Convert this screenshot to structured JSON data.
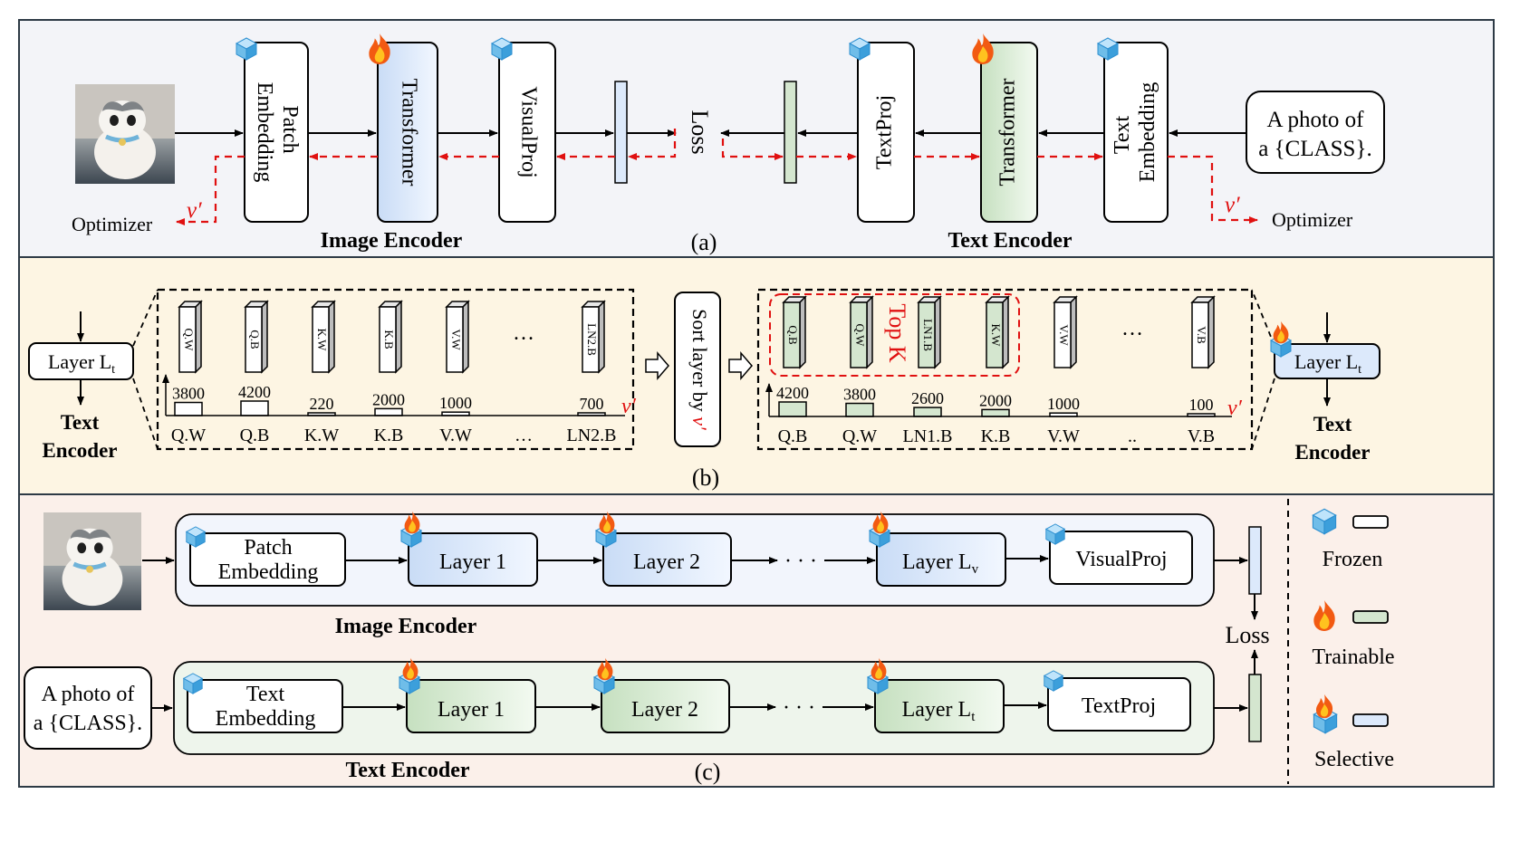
{
  "panel_a": {
    "caption": "(a)",
    "image_encoder_title": "Image Encoder",
    "text_encoder_title": "Text Encoder",
    "patch_embedding": [
      "Patch",
      "Embedding"
    ],
    "transformer": "Transformer",
    "visual_proj": "VisualProj",
    "loss": "Loss",
    "text_proj": "TextProj",
    "text_transformer": "Transformer",
    "text_embedding": [
      "Text",
      "Embedding"
    ],
    "prompt": [
      "A photo of",
      "a {CLASS}."
    ],
    "optimizer_left": "Optimizer",
    "optimizer_right": "Optimizer",
    "v_prime": "v′"
  },
  "panel_b": {
    "caption": "(b)",
    "layer_label": "Layer L",
    "layer_sub": "t",
    "text_encoder": [
      "Text",
      "Encoder"
    ],
    "sort_label": "Sort layer by ",
    "sort_v": "v′",
    "top_k": "Top K",
    "ellipsis": "…",
    "ellipsis_right": "..",
    "v_prime": "v′",
    "before": {
      "params": [
        "Q.W",
        "Q.B",
        "K.W",
        "K.B",
        "V.W",
        "...",
        "LN2.B"
      ],
      "values": [
        "3800",
        "4200",
        "220",
        "2000",
        "1000",
        "",
        "700"
      ],
      "axis_labels": [
        "Q.W",
        "Q.B",
        "K.W",
        "K.B",
        "V.W",
        "…",
        "LN2.B"
      ]
    },
    "after": {
      "params": [
        "Q.B",
        "Q.W",
        "LN1.B",
        "K.W",
        "V.W",
        "...",
        "V.B"
      ],
      "values": [
        "4200",
        "3800",
        "2600",
        "2000",
        "1000",
        "",
        "100"
      ],
      "axis_labels": [
        "Q.B",
        "Q.W",
        "LN1.B",
        "K.B",
        "V.W",
        "..",
        "V.B"
      ]
    }
  },
  "panel_c": {
    "caption": "(c)",
    "image_encoder_title": "Image Encoder",
    "text_encoder_title": "Text Encoder",
    "patch_embedding": [
      "Patch",
      "Embedding"
    ],
    "text_embedding": [
      "Text",
      "Embedding"
    ],
    "layer1": "Layer 1",
    "layer2": "Layer 2",
    "layer_v": "Layer L",
    "layer_v_sub": "v",
    "layer_t": "Layer L",
    "layer_t_sub": "t",
    "visual_proj": "VisualProj",
    "text_proj": "TextProj",
    "ellipsis": "· · ·",
    "loss": "Loss",
    "prompt": [
      "A photo of",
      "a {CLASS}."
    ]
  },
  "legend": {
    "frozen": "Frozen",
    "trainable": "Trainable",
    "selective": "Selective"
  },
  "colors": {
    "panel_a_bg": "#f3f4f8",
    "panel_b_bg": "#fdf5e3",
    "panel_c_bg": "#fbf0ea",
    "blue_fill": "#dce9fb",
    "green_fill": "#d4e6cf",
    "red_arrow": "#e01010"
  }
}
